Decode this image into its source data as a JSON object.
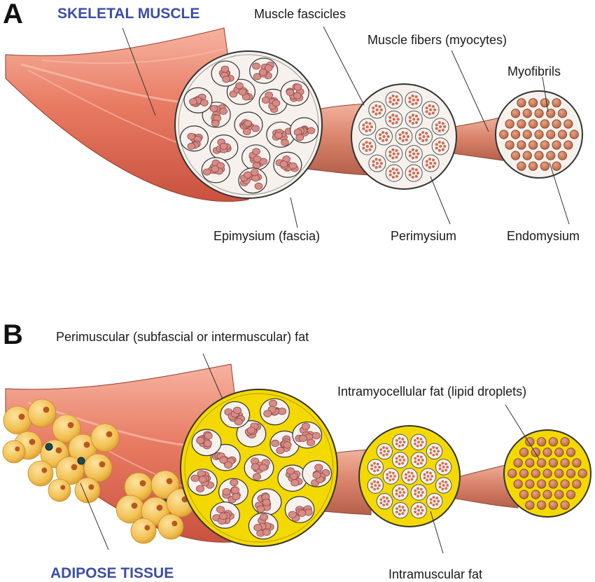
{
  "panel_a": {
    "letter": "A",
    "heading": "SKELETAL MUSCLE",
    "labels": {
      "muscle_fascicles": "Muscle fascicles",
      "muscle_fibers": "Muscle fibers (myocytes)",
      "myofibrils": "Myofibrils",
      "epimysium": "Epimysium (fascia)",
      "perimysium": "Perimysium",
      "endomysium": "Endomysium"
    }
  },
  "panel_b": {
    "letter": "B",
    "heading": "ADIPOSE TISSUE",
    "labels": {
      "perimuscular_fat": "Perimuscular (subfascial or intermuscular) fat",
      "intramyocellular_fat": "Intramyocellular fat (lipid droplets)",
      "intramuscular_fat": "Intramuscular fat"
    }
  },
  "colors": {
    "heading": "#3c4fa3",
    "muscle": "#e26a55",
    "muscle_light": "#f3a58f",
    "fascicle_fill": "#d98b86",
    "fiber_fill": "#c7775a",
    "fat_yellow": "#f3d900",
    "adipocyte": "#f2c75a",
    "cross_section_bg": "#f6f1ec"
  }
}
